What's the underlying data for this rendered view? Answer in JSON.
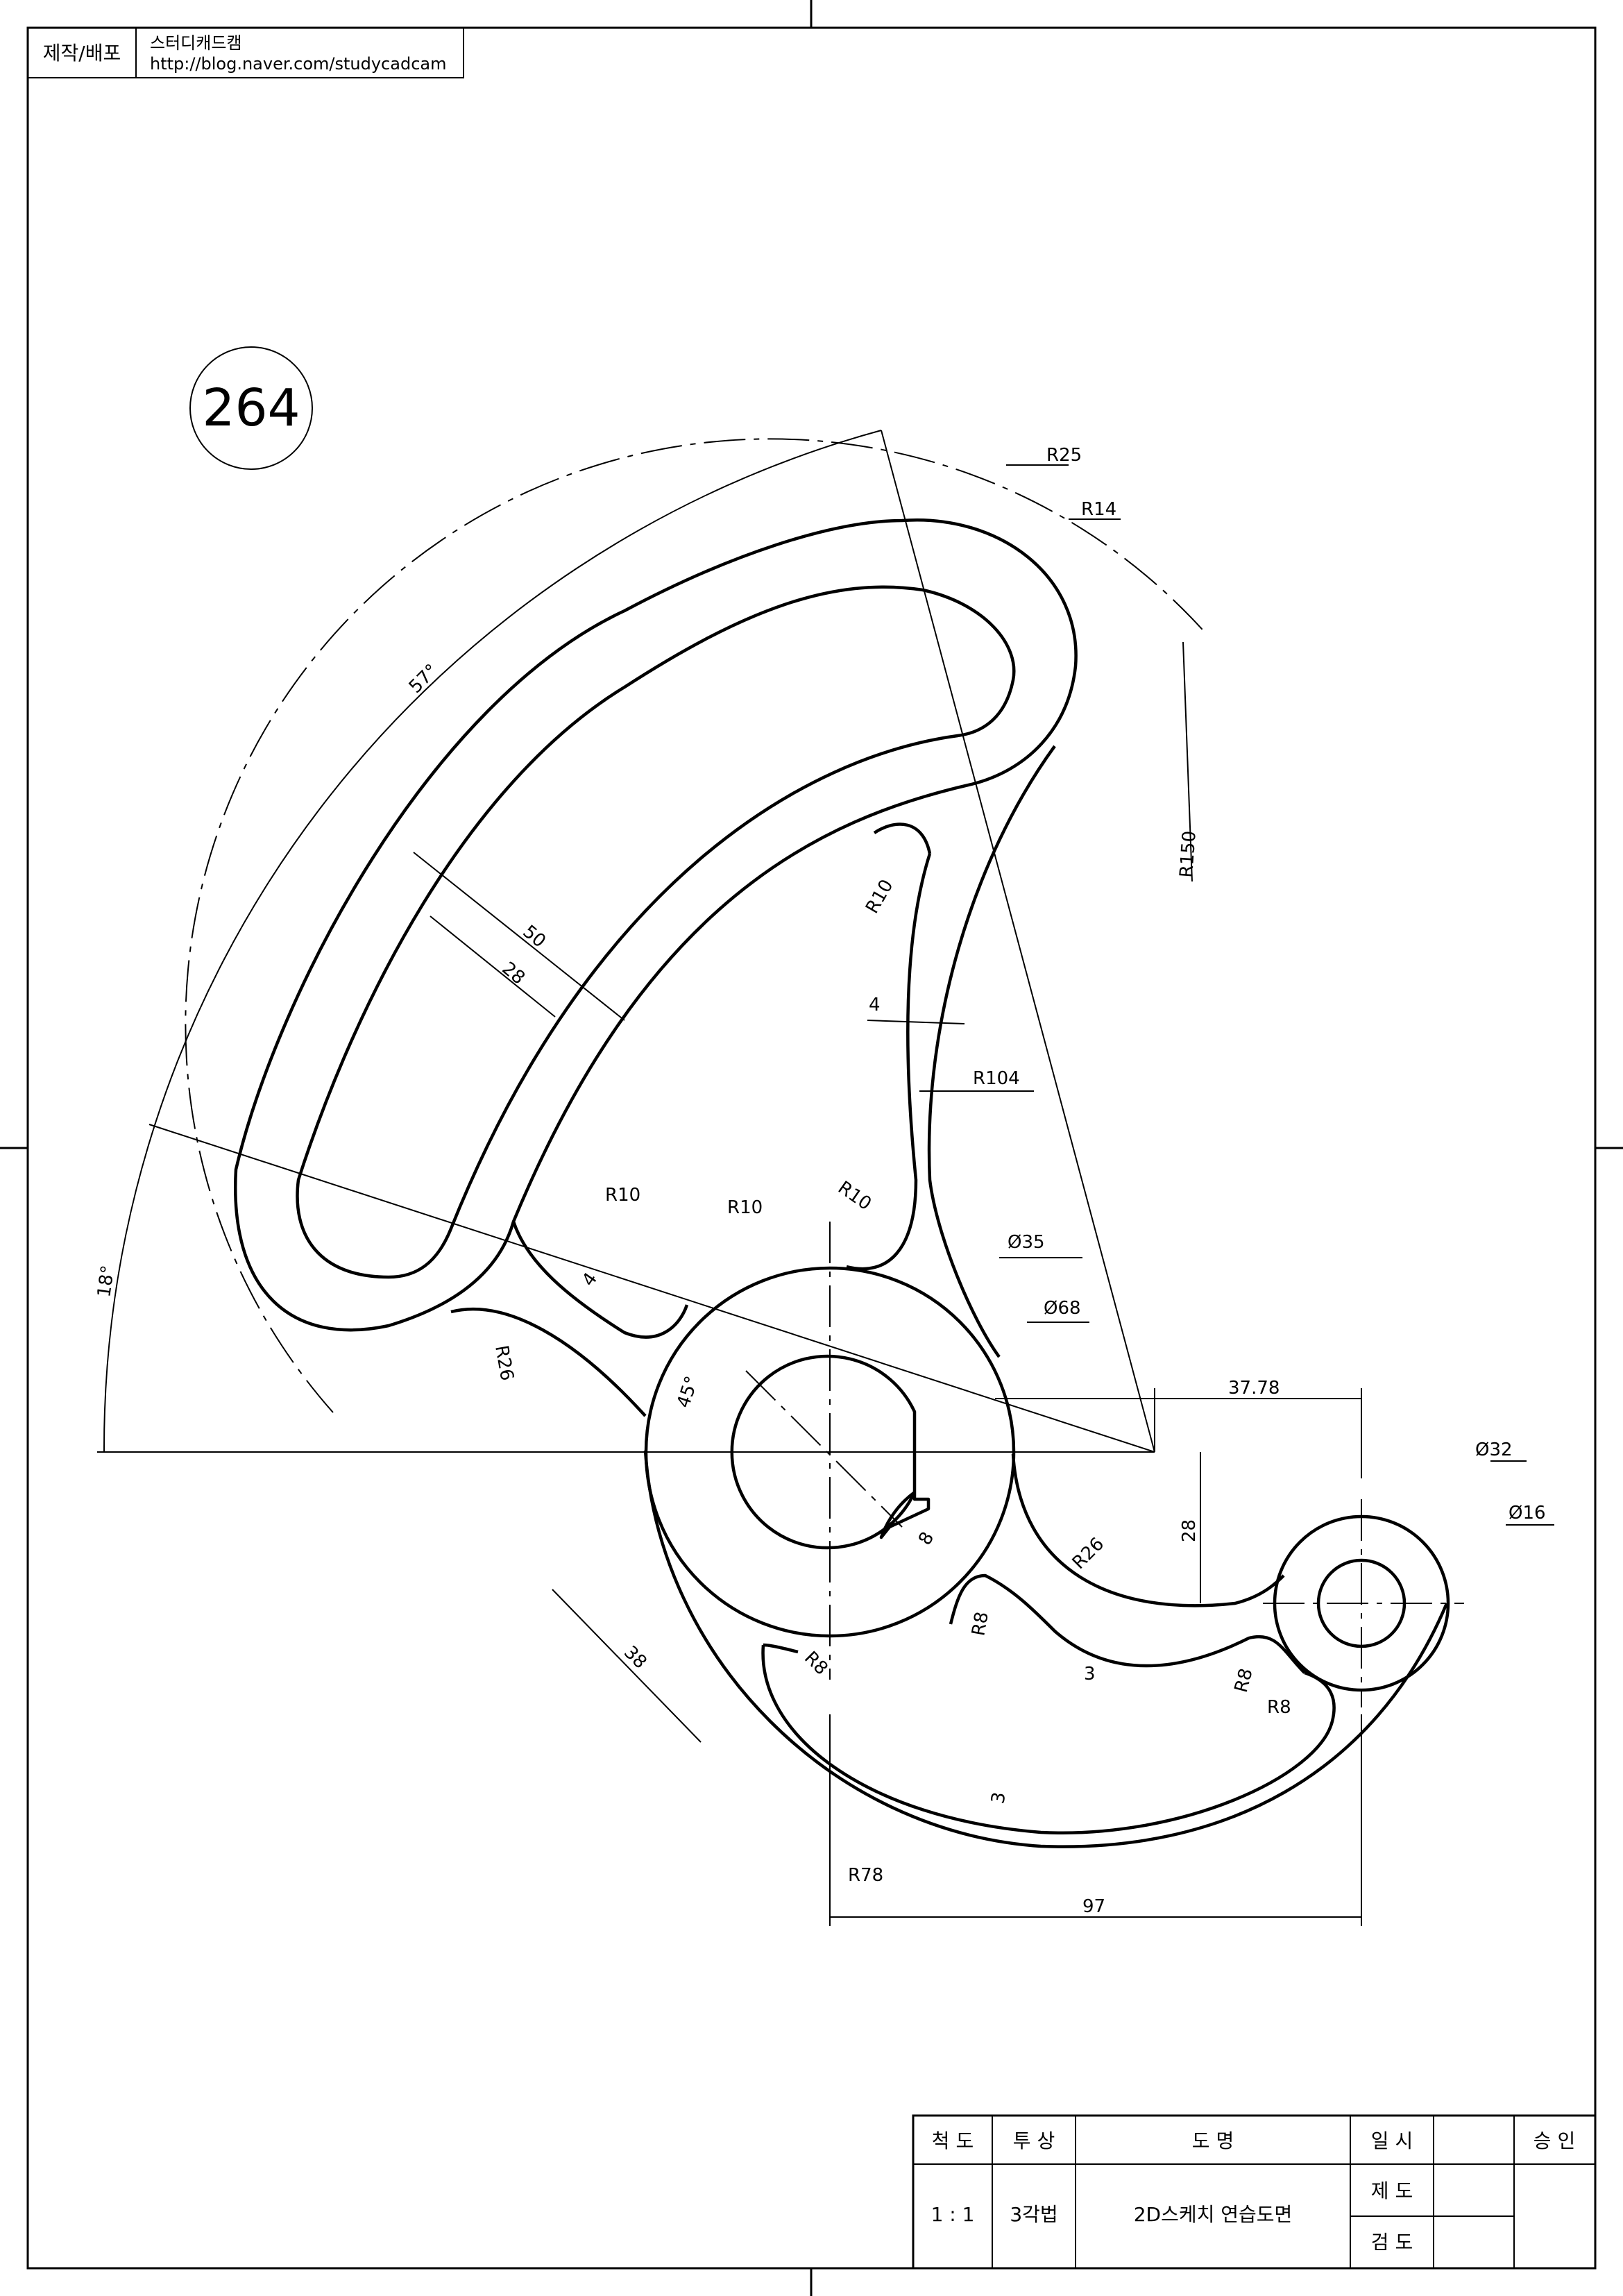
{
  "drawing_number": "264",
  "header": {
    "label": "제작/배포",
    "author": "스터디캐드캠",
    "url": "http://blog.naver.com/studycadcam"
  },
  "dimensions": {
    "r25": "R25",
    "r14": "R14",
    "r150": "R150",
    "r10_top": "R10",
    "thick_4_upper": "4",
    "r104": "R104",
    "angle_57": "57°",
    "width_50": "50",
    "width_28": "28",
    "angle_18": "18°",
    "r10_left": "R10",
    "r10_mid": "R10",
    "r10_right": "R10",
    "thick_4_left": "4",
    "r26_left": "R26",
    "dia_35": "Ø35",
    "dia_68": "Ø68",
    "angle_45": "45°",
    "dist_38": "38",
    "key_8": "8",
    "horiz_37_78": "37.78",
    "dia_32": "Ø32",
    "dia_16": "Ø16",
    "vert_28": "28",
    "r26_right": "R26",
    "r8_a": "R8",
    "thick_3_right": "3",
    "r8_b": "R8",
    "r8_c": "R8",
    "r8_d": "R8",
    "thick_3_bottom": "3",
    "r78": "R78",
    "horiz_97": "97"
  },
  "title_block": {
    "scale_label": "척  도",
    "projection_label": "투  상",
    "name_label": "도      명",
    "date_label": "일  시",
    "approval_label": "승  인",
    "scale_value": "1 : 1",
    "projection_value": "3각법",
    "name_value": "2D스케치 연습도면",
    "drafted_label": "제  도",
    "checked_label": "검  도"
  }
}
